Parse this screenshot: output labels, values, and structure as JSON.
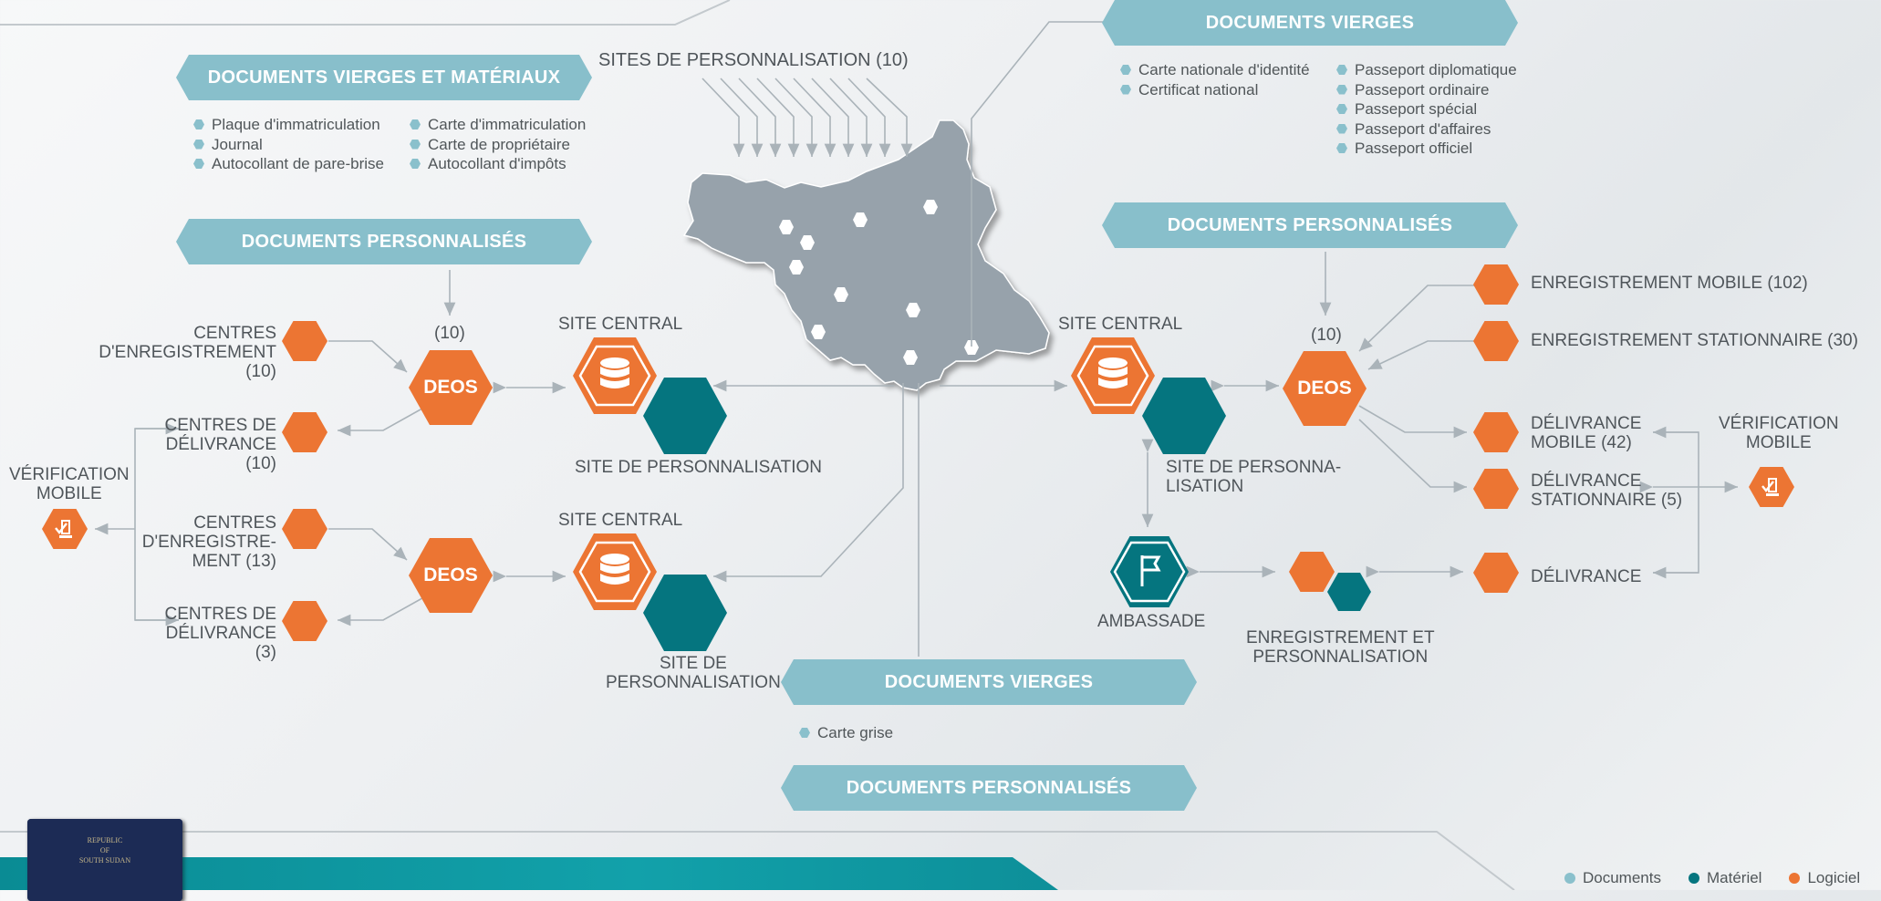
{
  "banners": {
    "left_blank_materials": "DOCUMENTS VIERGES ET MATÉRIAUX",
    "left_personalized": "DOCUMENTS PERSONNALISÉS",
    "right_blank": "DOCUMENTS VIERGES",
    "right_personalized": "DOCUMENTS PERSONNALISÉS",
    "bottom_blank": "DOCUMENTS VIERGES",
    "bottom_personalized": "DOCUMENTS PERSONNALISÉS"
  },
  "sites_personalisation": "SITES DE PERSONNALISATION (10)",
  "left_materials_col1": [
    "Plaque d'immatriculation",
    "Journal",
    "Autocollant de pare-brise"
  ],
  "left_materials_col2": [
    "Carte d'immatriculation",
    "Carte de propriétaire",
    "Autocollant d'impôts"
  ],
  "right_blank_col1": [
    "Carte nationale d'identité",
    "Certificat national"
  ],
  "right_blank_col2": [
    "Passeport diplomatique",
    "Passeport ordinaire",
    "Passeport spécial",
    "Passeport d'affaires",
    "Passeport officiel"
  ],
  "bottom_blank_items": [
    "Carte grise"
  ],
  "left": {
    "count_top": "(10)",
    "centres_enreg_1": "CENTRES\nD'ENREGISTREMENT\n(10)",
    "centres_deliv_1": "CENTRES DE\nDÉLIVRANCE\n(10)",
    "centres_enreg_2": "CENTRES\nD'ENREGISTRE-\nMENT (13)",
    "centres_deliv_2": "CENTRES DE\nDÉLIVRANCE\n(3)",
    "verif_mobile": "VÉRIFICATION\nMOBILE",
    "deos": "DEOS",
    "site_central_1": "SITE CENTRAL",
    "site_central_2": "SITE CENTRAL",
    "site_perso_1": "SITE DE PERSONNALISATION",
    "site_perso_2": "SITE DE\nPERSONNALISATION"
  },
  "right": {
    "site_central": "SITE CENTRAL",
    "site_perso": "SITE DE PERSONNA-\nLISATION",
    "count_top": "(10)",
    "deos": "DEOS",
    "enreg_mobile": "ENREGISTREMENT MOBILE (102)",
    "enreg_station": "ENREGISTREMENT STATIONNAIRE (30)",
    "deliv_mobile": "DÉLIVRANCE\nMOBILE (42)",
    "deliv_station": "DÉLIVRANCE\nSTATIONNAIRE (5)",
    "verif_mobile": "VÉRIFICATION\nMOBILE",
    "delivrance": "DÉLIVRANCE",
    "ambassade": "AMBASSADE",
    "enreg_perso": "ENREGISTREMENT ET\nPERSONNALISATION"
  },
  "passport_lines": [
    "REPUBLIC",
    "OF",
    "SOUTH SUDAN"
  ],
  "legend": [
    {
      "label": "Documents",
      "color": "#8ac0cc"
    },
    {
      "label": "Matériel",
      "color": "#05757f"
    },
    {
      "label": "Logiciel",
      "color": "#ec7533"
    }
  ],
  "colors": {
    "orange": "#ec7533",
    "teal": "#05757f",
    "light_blue": "#88bfcb",
    "map": "#97a2ab"
  },
  "icons": [
    "database-icon",
    "flag-icon",
    "mobile-check-icon"
  ]
}
